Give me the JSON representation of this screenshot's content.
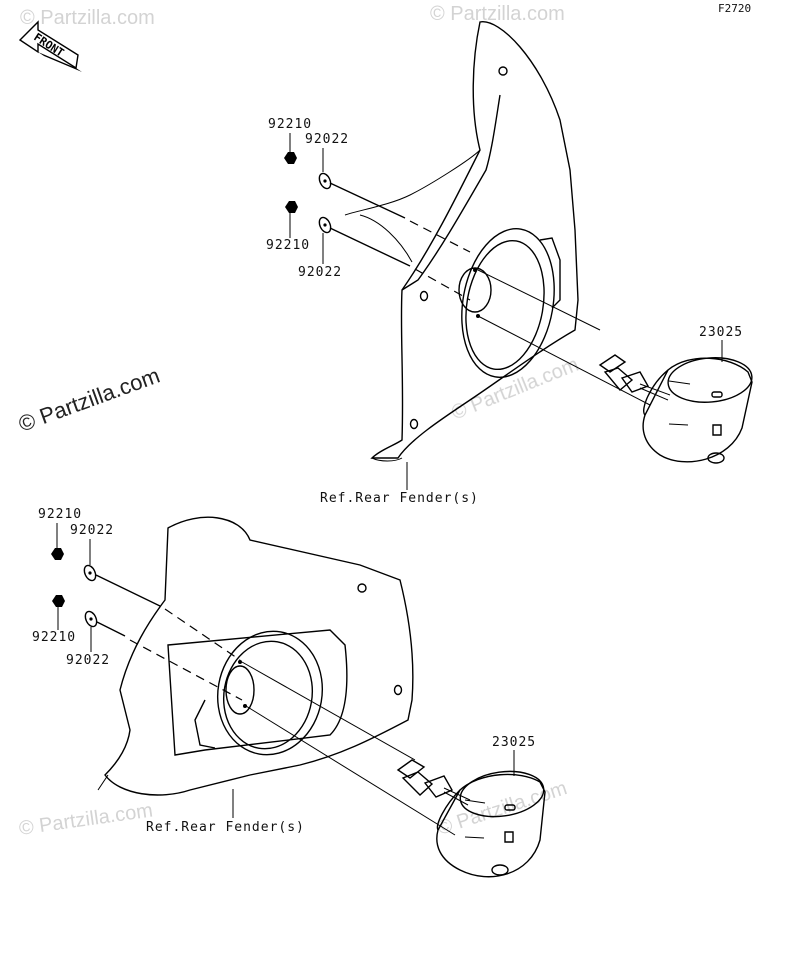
{
  "diagram": {
    "code": "F2720",
    "front_label": "FRONT",
    "watermark": "© Partzilla.com",
    "upper": {
      "nut_top": "92210",
      "washer_top": "92022",
      "nut_bottom": "92210",
      "washer_bottom": "92022",
      "lamp": "23025",
      "fender_ref": "Ref.Rear Fender(s)"
    },
    "lower": {
      "nut_top": "92210",
      "washer_top": "92022",
      "nut_bottom": "92210",
      "washer_bottom": "92022",
      "lamp": "23025",
      "fender_ref": "Ref.Rear Fender(s)"
    }
  }
}
